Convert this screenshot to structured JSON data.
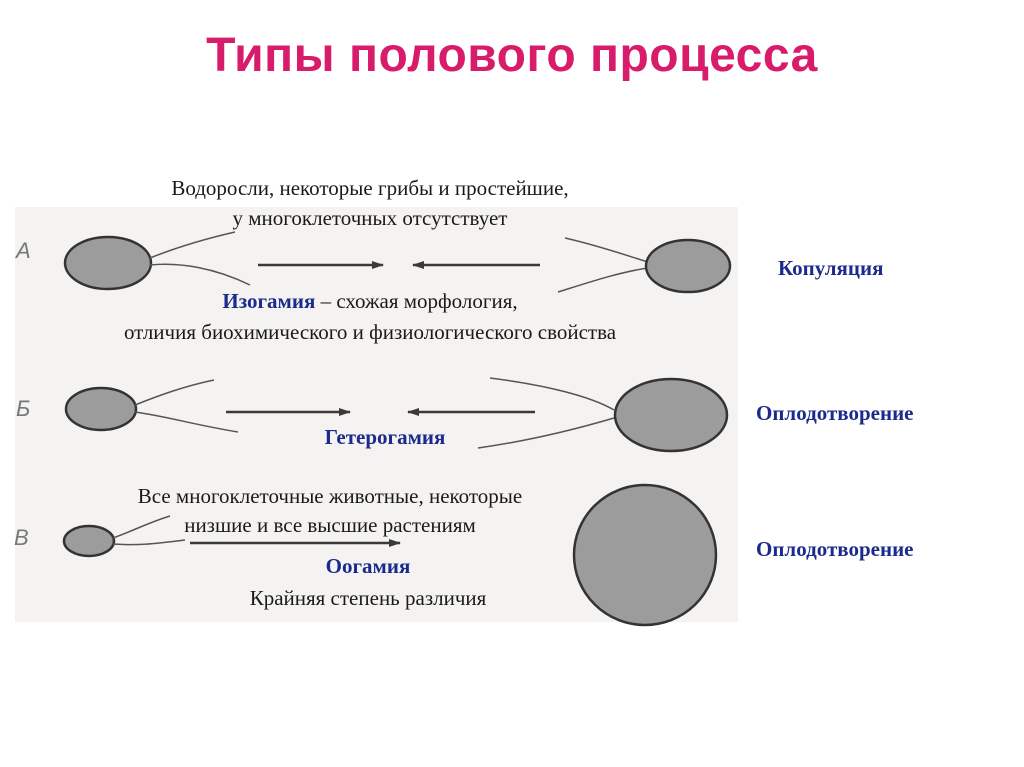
{
  "title": "Типы полового процесса",
  "row_letters": [
    "А",
    "Б",
    "В"
  ],
  "isogamy": {
    "note_line1": "Водоросли, некоторые грибы и простейшие,",
    "note_line2": "у многоклеточных отсутствует",
    "name": "Изогамия",
    "desc_line1": " – схожая морфология,",
    "desc_line2": "отличия биохимического и физиологического свойства",
    "side_label": "Копуляция"
  },
  "heterogamy": {
    "name": "Гетерогамия",
    "side_label": "Оплодотворение"
  },
  "oogamy": {
    "note_line1": "Все многоклеточные животные, некоторые",
    "note_line2": "низшие  и все высшие растениям",
    "name": "Оогамия",
    "desc": "Крайняя степень различия",
    "side_label": "Оплодотворение"
  },
  "colors": {
    "title": "#d81b6a",
    "term": "#1b2a8c",
    "cell_fill": "#9c9c9c",
    "cell_stroke": "#3a3a3a"
  }
}
